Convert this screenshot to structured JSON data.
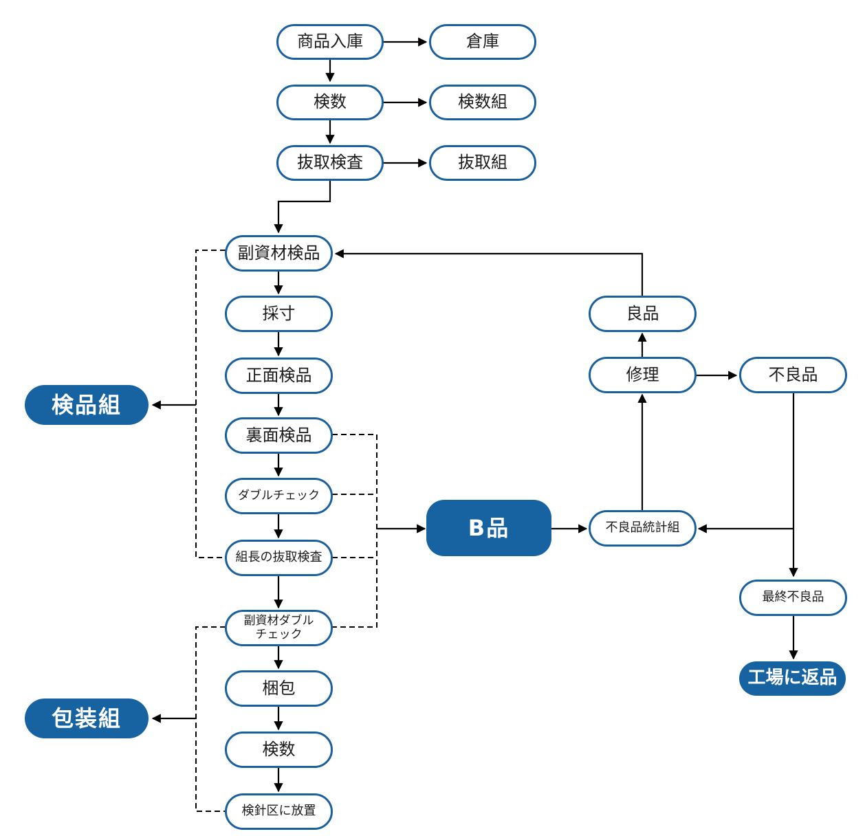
{
  "diagram": {
    "colors": {
      "node_border": "#1a5f9e",
      "node_fill_accent": "#1763a1",
      "line": "#000000"
    },
    "nodes": {
      "goods_receipt": "商品入庫",
      "warehouse": "倉庫",
      "count1": "検数",
      "count_team": "検数組",
      "sampling": "抜取検査",
      "sampling_team": "抜取組",
      "accessory_inspection": "副資材検品",
      "measurement": "採寸",
      "front_inspection": "正面検品",
      "back_inspection": "裏面検品",
      "double_check": "ダブルチェック",
      "leader_sampling": "組長の抜取検査",
      "accessory_double_check": "副資材ダブルチェック",
      "packing": "梱包",
      "count2": "検数",
      "needle_area": "検針区に放置",
      "inspection_team": "検品組",
      "packing_team": "包装組",
      "b_grade": "B品",
      "defect_stats_team": "不良品統計組",
      "repair": "修理",
      "good": "良品",
      "defective": "不良品",
      "final_defective": "最終不良品",
      "return_to_factory": "工場に返品"
    },
    "edges": [
      {
        "from": "goods_receipt",
        "to": "warehouse",
        "style": "solid"
      },
      {
        "from": "goods_receipt",
        "to": "count1",
        "style": "solid"
      },
      {
        "from": "count1",
        "to": "count_team",
        "style": "solid"
      },
      {
        "from": "count1",
        "to": "sampling",
        "style": "solid"
      },
      {
        "from": "sampling",
        "to": "sampling_team",
        "style": "solid"
      },
      {
        "from": "sampling",
        "to": "accessory_inspection",
        "style": "solid"
      },
      {
        "from": "accessory_inspection",
        "to": "measurement",
        "style": "solid"
      },
      {
        "from": "measurement",
        "to": "front_inspection",
        "style": "solid"
      },
      {
        "from": "front_inspection",
        "to": "back_inspection",
        "style": "solid"
      },
      {
        "from": "back_inspection",
        "to": "double_check",
        "style": "solid"
      },
      {
        "from": "double_check",
        "to": "leader_sampling",
        "style": "solid"
      },
      {
        "from": "leader_sampling",
        "to": "accessory_double_check",
        "style": "solid"
      },
      {
        "from": "accessory_double_check",
        "to": "packing",
        "style": "solid"
      },
      {
        "from": "packing",
        "to": "count2",
        "style": "solid"
      },
      {
        "from": "count2",
        "to": "needle_area",
        "style": "solid"
      },
      {
        "from": "accessory_inspection..leader_sampling",
        "to": "inspection_team",
        "style": "dashed-group"
      },
      {
        "from": "accessory_double_check..needle_area",
        "to": "packing_team",
        "style": "dashed-group"
      },
      {
        "from": "back_inspection|double_check|leader_sampling|accessory_double_check",
        "to": "b_grade",
        "style": "dashed-group"
      },
      {
        "from": "b_grade",
        "to": "defect_stats_team",
        "style": "solid"
      },
      {
        "from": "defect_stats_team",
        "to": "repair",
        "style": "solid"
      },
      {
        "from": "repair",
        "to": "good",
        "style": "solid"
      },
      {
        "from": "repair",
        "to": "defective",
        "style": "solid"
      },
      {
        "from": "good",
        "to": "accessory_inspection",
        "style": "solid"
      },
      {
        "from": "defective",
        "to": "defect_stats_team",
        "style": "solid"
      },
      {
        "from": "defective",
        "to": "final_defective",
        "style": "solid"
      },
      {
        "from": "final_defective",
        "to": "return_to_factory",
        "style": "solid"
      }
    ]
  }
}
